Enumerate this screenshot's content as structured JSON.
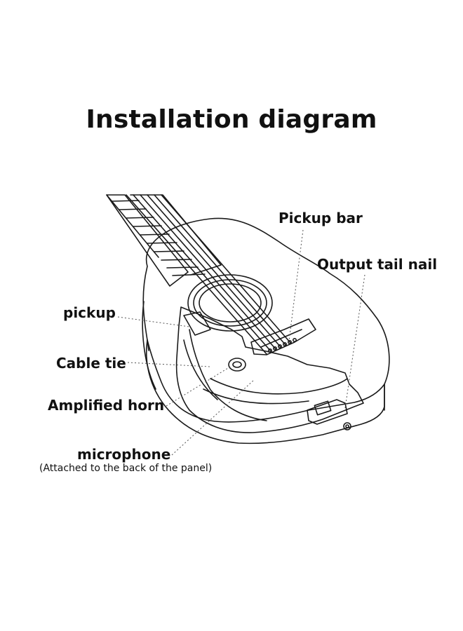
{
  "title": "Installation diagram",
  "labels": {
    "pickup_bar": "Pickup bar",
    "output_tail_nail": "Output tail nail",
    "pickup": "pickup",
    "cable_tie": "Cable tie",
    "amplified_horn": "Amplified horn",
    "microphone": "microphone",
    "microphone_note": "(Attached to the back of the panel)"
  }
}
